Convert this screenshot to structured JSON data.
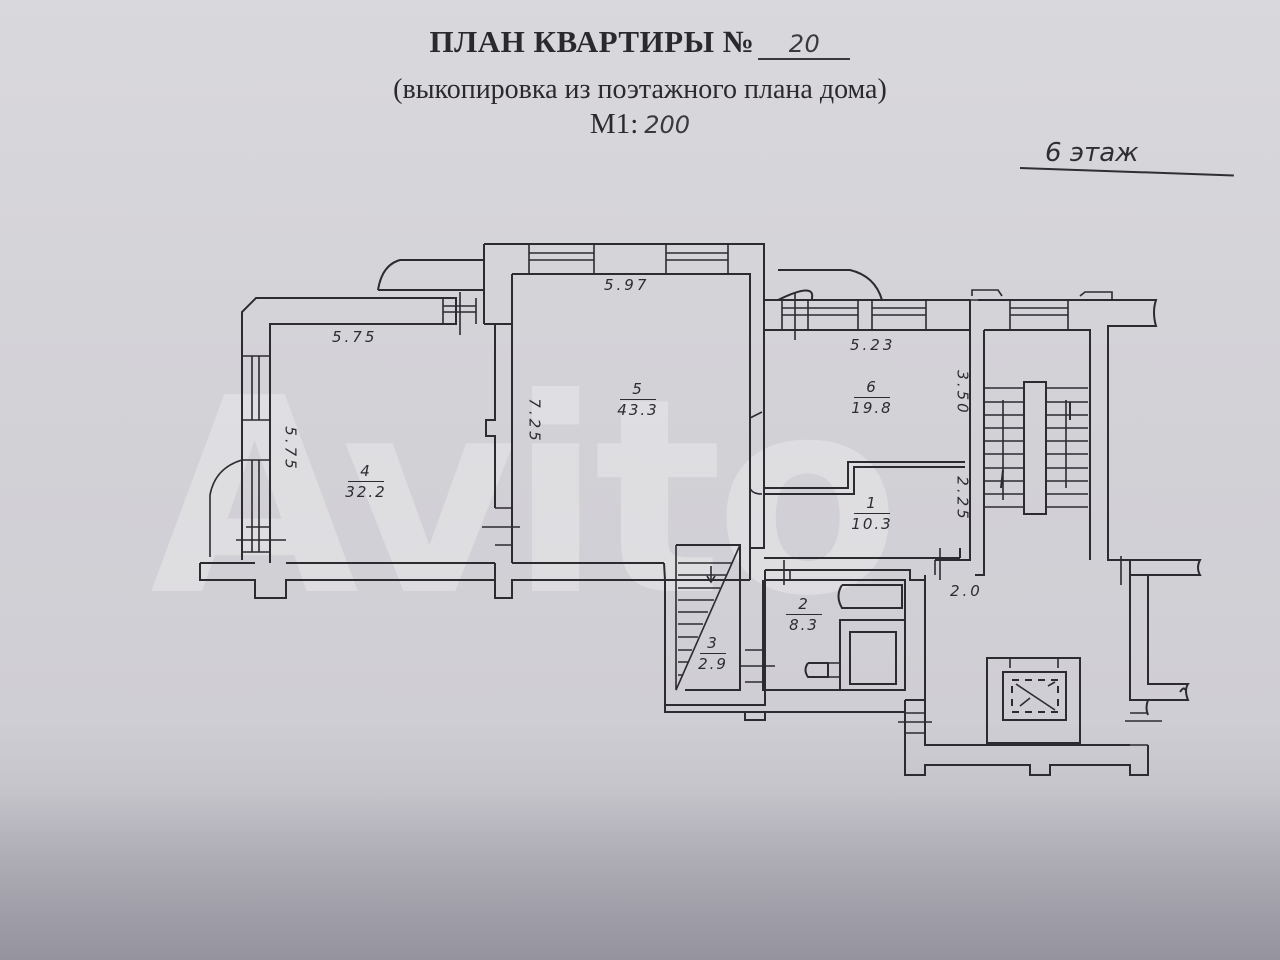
{
  "document": {
    "title_prefix": "ПЛАН КВАРТИРЫ №",
    "apartment_number": "20",
    "subtitle": "(выкопировка из поэтажного плана дома)",
    "scale_prefix": "М1:",
    "scale_value": "200",
    "floor_note": "6 этаж"
  },
  "dimensions": {
    "room4_width": "5.75",
    "room4_depth": "5.75",
    "room5_width": "5.97",
    "room5_depth": "7.25",
    "room6_width": "5.23",
    "room6_depth": "3.50",
    "room1_depth": "2.25",
    "lobby_label": "2.0"
  },
  "rooms": [
    {
      "number": "1",
      "area": "10.3"
    },
    {
      "number": "2",
      "area": "8.3"
    },
    {
      "number": "3",
      "area": "2.9"
    },
    {
      "number": "4",
      "area": "32.2"
    },
    {
      "number": "5",
      "area": "43.3"
    },
    {
      "number": "6",
      "area": "19.8"
    }
  ],
  "watermark": "Avito",
  "colors": {
    "paper": "#d5d4d9",
    "ink": "#2b2b30"
  }
}
